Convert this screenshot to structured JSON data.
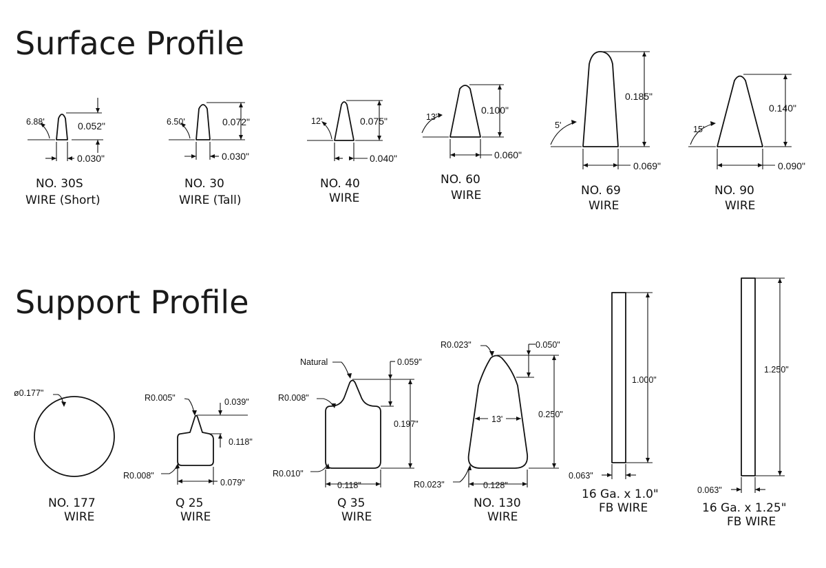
{
  "sections": {
    "surface": "Surface Profile",
    "support": "Support Profile"
  },
  "surface_profiles": [
    {
      "id": "no30s",
      "angle": "6.88'",
      "height": "0.052\"",
      "width": "0.030\"",
      "caption1": "NO. 30S",
      "caption2": "WIRE (Short)"
    },
    {
      "id": "no30",
      "angle": "6.50'",
      "height": "0.072\"",
      "width": "0.030\"",
      "caption1": "NO. 30",
      "caption2": "WIRE (Tall)"
    },
    {
      "id": "no40",
      "angle": "12'",
      "height": "0.075\"",
      "width": "0.040\"",
      "caption1": "NO. 40",
      "caption2": "WIRE"
    },
    {
      "id": "no60",
      "angle": "13'",
      "height": "0.100\"",
      "width": "0.060\"",
      "caption1": "NO. 60",
      "caption2": "WIRE"
    },
    {
      "id": "no69",
      "angle": "5'",
      "height": "0.185\"",
      "width": "0.069\"",
      "caption1": "NO. 69",
      "caption2": "WIRE"
    },
    {
      "id": "no90",
      "angle": "15'",
      "height": "0.140\"",
      "width": "0.090\"",
      "caption1": "NO. 90",
      "caption2": "WIRE"
    }
  ],
  "support_profiles": {
    "no177": {
      "diameter": "ø0.177\"",
      "caption1": "NO. 177",
      "caption2": "WIRE"
    },
    "q25": {
      "tip_radius": "R0.005\"",
      "top": "0.039\"",
      "height": "0.118\"",
      "base_radius": "R0.008\"",
      "width": "0.079\"",
      "caption1": "Q 25",
      "caption2": "WIRE"
    },
    "q35": {
      "natural": "Natural",
      "top": "0.059\"",
      "shoulder_radius": "R0.008\"",
      "height": "0.197\"",
      "base_radius": "R0.010\"",
      "width": "0.118\"",
      "caption1": "Q 35",
      "caption2": "WIRE"
    },
    "no130": {
      "tip_radius": "R0.023\"",
      "top": "0.050\"",
      "height": "0.250\"",
      "angle": "13'",
      "base_radius": "R0.023\"",
      "width": "0.128\"",
      "caption1": "NO. 130",
      "caption2": "WIRE"
    },
    "fb1": {
      "height": "1.000\"",
      "thickness": "0.063\"",
      "caption1": "16 Ga. x 1.0\"",
      "caption2": "FB WIRE"
    },
    "fb125": {
      "height": "1.250\"",
      "thickness": "0.063\"",
      "caption1": "16 Ga. x 1.25\"",
      "caption2": "FB WIRE"
    }
  }
}
